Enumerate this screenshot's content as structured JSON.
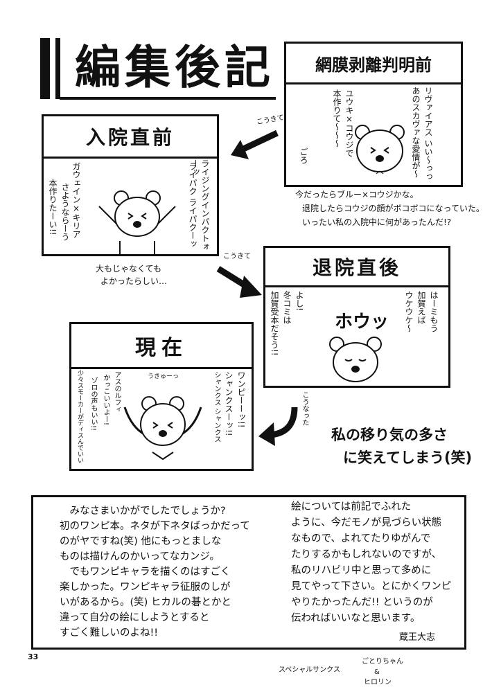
{
  "title": "編集後記",
  "page_number": "33",
  "panels": {
    "before_diagnosis": {
      "header": "網膜剥離判明前",
      "lines": [
        "リヴァイアス いい〜っっ",
        "あのスカヴァな愛情が〜",
        "ユウキ×コウジで",
        "本作りて〜〜〜",
        "ごろ"
      ],
      "captions": [
        "今だったらブルー×コウジかな。",
        "退院したらコウジの顔がボコボコになっていた。",
        "いったい私の入院中に何があったんだ!?"
      ]
    },
    "before_hospital": {
      "header": "入院直前",
      "lines": [
        "ライジングインパクトォーッ",
        "ライパク ライパクーッ",
        "ガウェイン×キリア",
        "本作りたーい!!",
        "さようならーう"
      ],
      "captions": [
        "大もじゃなくても",
        "よかったらしい…"
      ]
    },
    "after_discharge": {
      "header": "退院直後",
      "lines": [
        "はーミもう",
        "加賀えば",
        "ウケウケ〜",
        "よし!",
        "冬コミは",
        "加賀受本だそう!!"
      ],
      "shout": "ホウッ"
    },
    "now": {
      "header": "現在",
      "lines": [
        "ワンピーーッ!!",
        "シャンクスーッ!!",
        "シャンクス シャンクス",
        "アスのルフィ",
        "かっこいいよー!",
        "ゾロの声もいい!!",
        "少々スモーカーがディスんでいい"
      ],
      "sfx": "うきゅーっ"
    }
  },
  "arrows": [
    "こうきて",
    "こうきて",
    "こうなった"
  ],
  "side_comment": [
    "私の移り気の多さ",
    "に笑えてしまう(笑)"
  ],
  "afterword": {
    "left": [
      "　みなさまいかがでしたでしょうか?",
      "初のワンピ本。ネタが下ネタばっかだって",
      "のがヤですね(笑) 他にもっとましな",
      "ものは描けんのかいってなカンジ。",
      "　でもワンピキャラを描くのはすごく",
      "楽しかった。ワンピキャラ征服のしが",
      "いがあるから。(笑) ヒカルの碁とかと",
      "違って自分の絵にしようとすると",
      "すごく難しいのよね!!"
    ],
    "right": [
      "絵については前記でふれた",
      "ように、今だモノが見づらい状態",
      "なもので、よれてたりゆがんで",
      "たりするかもしれないのですが、",
      "私のリハビリ中と思って多めに",
      "見てやって下さい。とにかくワンピ",
      "やりたかったんだ!! というのが",
      "伝わればいいなと思います。"
    ],
    "signature": "蔵王大志"
  },
  "special_thanks": {
    "label": "スペシャルサンクス",
    "names": [
      "ごとりちゃん",
      "&",
      "ヒロリン"
    ]
  }
}
